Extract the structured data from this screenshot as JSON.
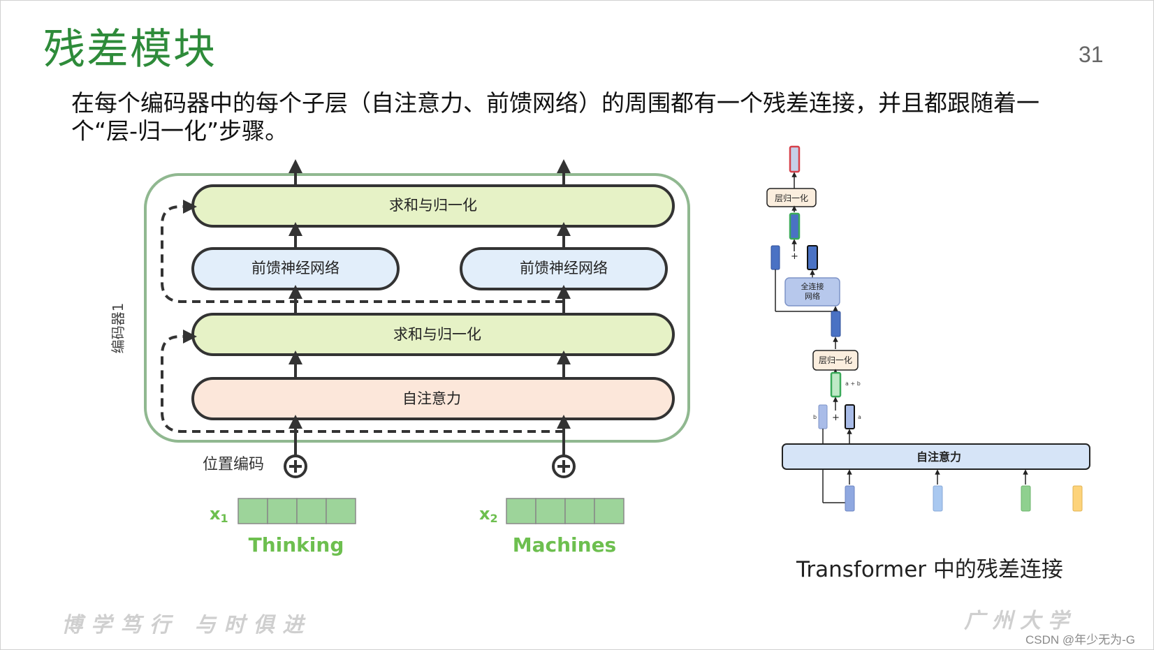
{
  "slide": {
    "title": "残差模块",
    "page_number": "31",
    "body": "在每个编码器中的每个子层（自注意力、前馈网络）的周围都有一个残差连接，并且都跟随着一个“层-归一化”步骤。",
    "motto": "博学笃行 与时俱进",
    "university": "广州大学",
    "watermark": "CSDN @年少无为-G"
  },
  "left_diagram": {
    "encoder_label": "编码器1",
    "add_norm_top": "求和与归一化",
    "ffn_left": "前馈神经网络",
    "ffn_right": "前馈神经网络",
    "add_norm_bottom": "求和与归一化",
    "self_attention": "自注意力",
    "position_encoding": "位置编码",
    "x1_label": "x",
    "x1_sub": "1",
    "x2_label": "x",
    "x2_sub": "2",
    "word1": "Thinking",
    "word2": "Machines",
    "colors": {
      "green_box": "#e6f2c6",
      "blue_box": "#e2eefa",
      "peach_box": "#fce7da",
      "encoder_border": "#90b890",
      "embed_cell": "#9dd49a",
      "word": "#6dbf4f"
    }
  },
  "right_diagram": {
    "layer_norm_top": "层归一化",
    "fc_line1": "全连接",
    "fc_line2": "网络",
    "layer_norm_mid": "层归一化",
    "sum_label": "a + b",
    "b_label": "b",
    "a_label": "a",
    "plus_top": "+",
    "plus_bottom": "+",
    "self_attention": "自注意力",
    "caption": "Transformer 中的残差连接"
  }
}
